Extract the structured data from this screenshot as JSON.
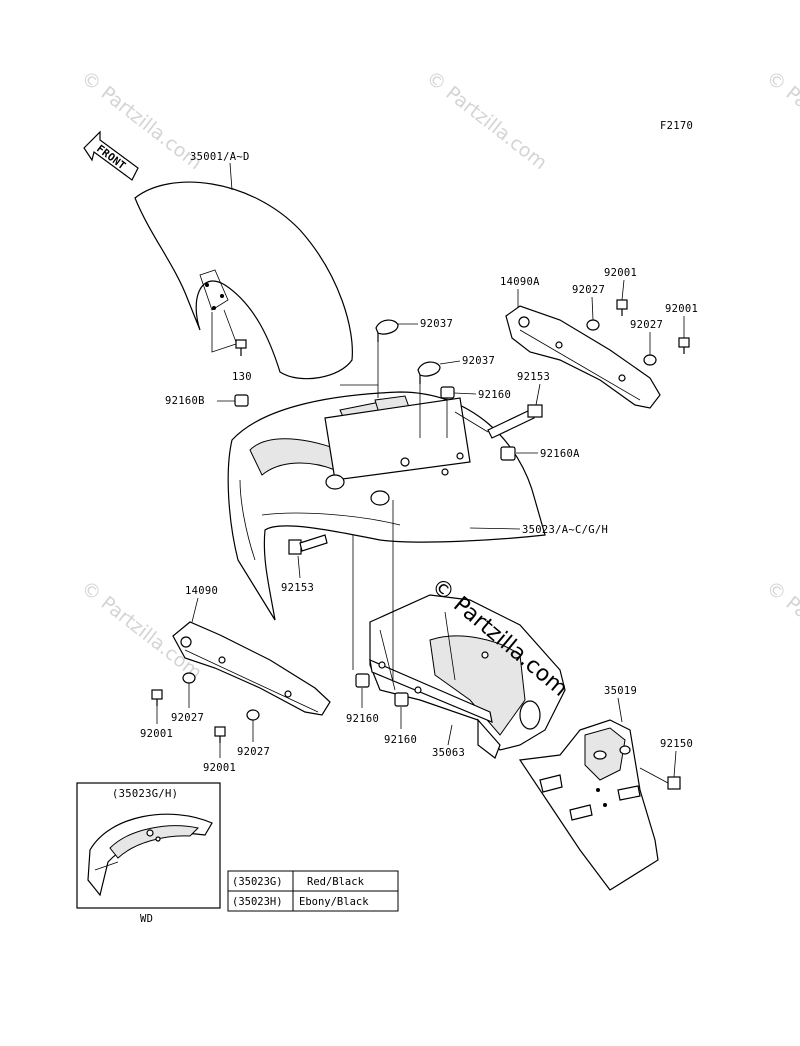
{
  "figure_code": "F2170",
  "front_arrow_label": "FRONT",
  "watermarks": {
    "light": "© Partzilla.com",
    "dark": "© Partzilla.com"
  },
  "labels": {
    "p35001": "35001/A~D",
    "p130": "130",
    "p92160B": "92160B",
    "p92037a": "92037",
    "p92037b": "92037",
    "p92160": "92160",
    "p92153a": "92153",
    "p92160A": "92160A",
    "p35023": "35023/A~C/G/H",
    "p92153b": "92153",
    "p14090A": "14090A",
    "p92001a": "92001",
    "p92027a": "92027",
    "p92001b": "92001",
    "p92027b": "92027",
    "p14090": "14090",
    "p92027c": "92027",
    "p92001c": "92001",
    "p92027d": "92027",
    "p92001d": "92001",
    "p92160c": "92160",
    "p92160d": "92160",
    "p35063": "35063",
    "p35019": "35019",
    "p92150": "92150"
  },
  "inset": {
    "title": "(35023G/H)",
    "caption": "WD"
  },
  "color_table": [
    {
      "code": "(35023G)",
      "color": "Red/Black"
    },
    {
      "code": "(35023H)",
      "color": "Ebony/Black"
    }
  ]
}
